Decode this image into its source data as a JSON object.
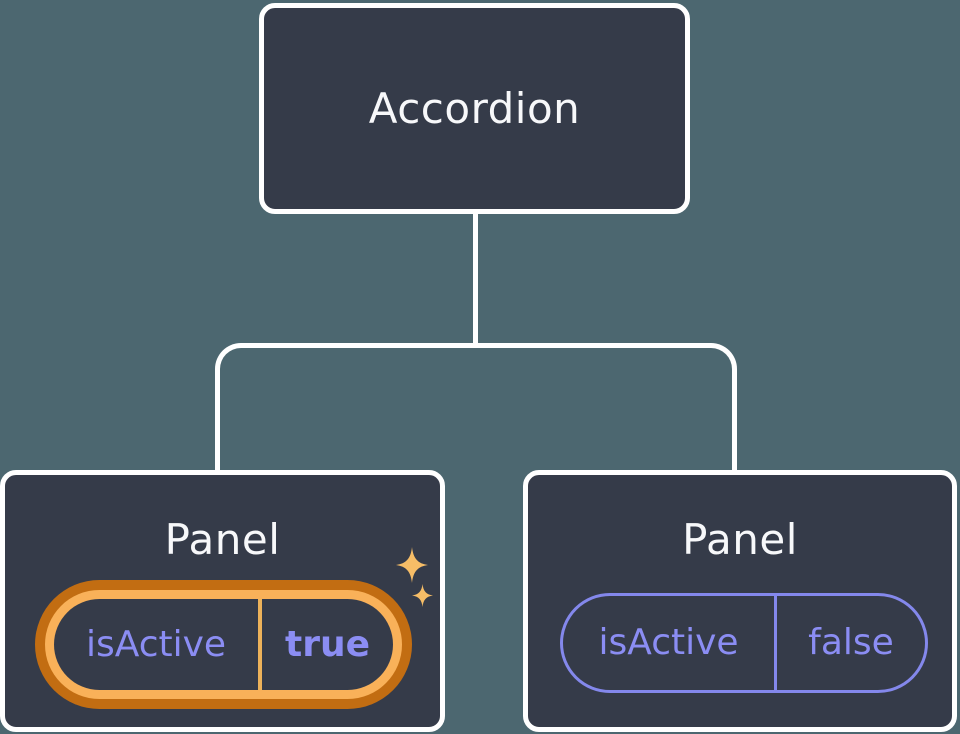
{
  "diagram": {
    "type": "component-tree",
    "root": {
      "label": "Accordion"
    },
    "panels": [
      {
        "title": "Panel",
        "prop": {
          "name": "isActive",
          "value": "true"
        },
        "active": true,
        "highlighted": true,
        "sparkles": true
      },
      {
        "title": "Panel",
        "prop": {
          "name": "isActive",
          "value": "false"
        },
        "active": false,
        "highlighted": false,
        "sparkles": false
      }
    ],
    "icons": {
      "sparkle": "four-point-star"
    },
    "colors": {
      "background": "#4C6770",
      "node_fill": "#353B49",
      "node_border": "#FFFFFF",
      "title_text": "#F7F8FA",
      "prop_text": "#8B8DF3",
      "inactive_pill_border": "#8488EC",
      "highlight_ring_outer": "#C26D12",
      "highlight_ring_inner": "#F9B159",
      "active_divider": "#EDB25A",
      "sparkle": "#F6BD67",
      "connector": "#FFFFFF"
    }
  }
}
